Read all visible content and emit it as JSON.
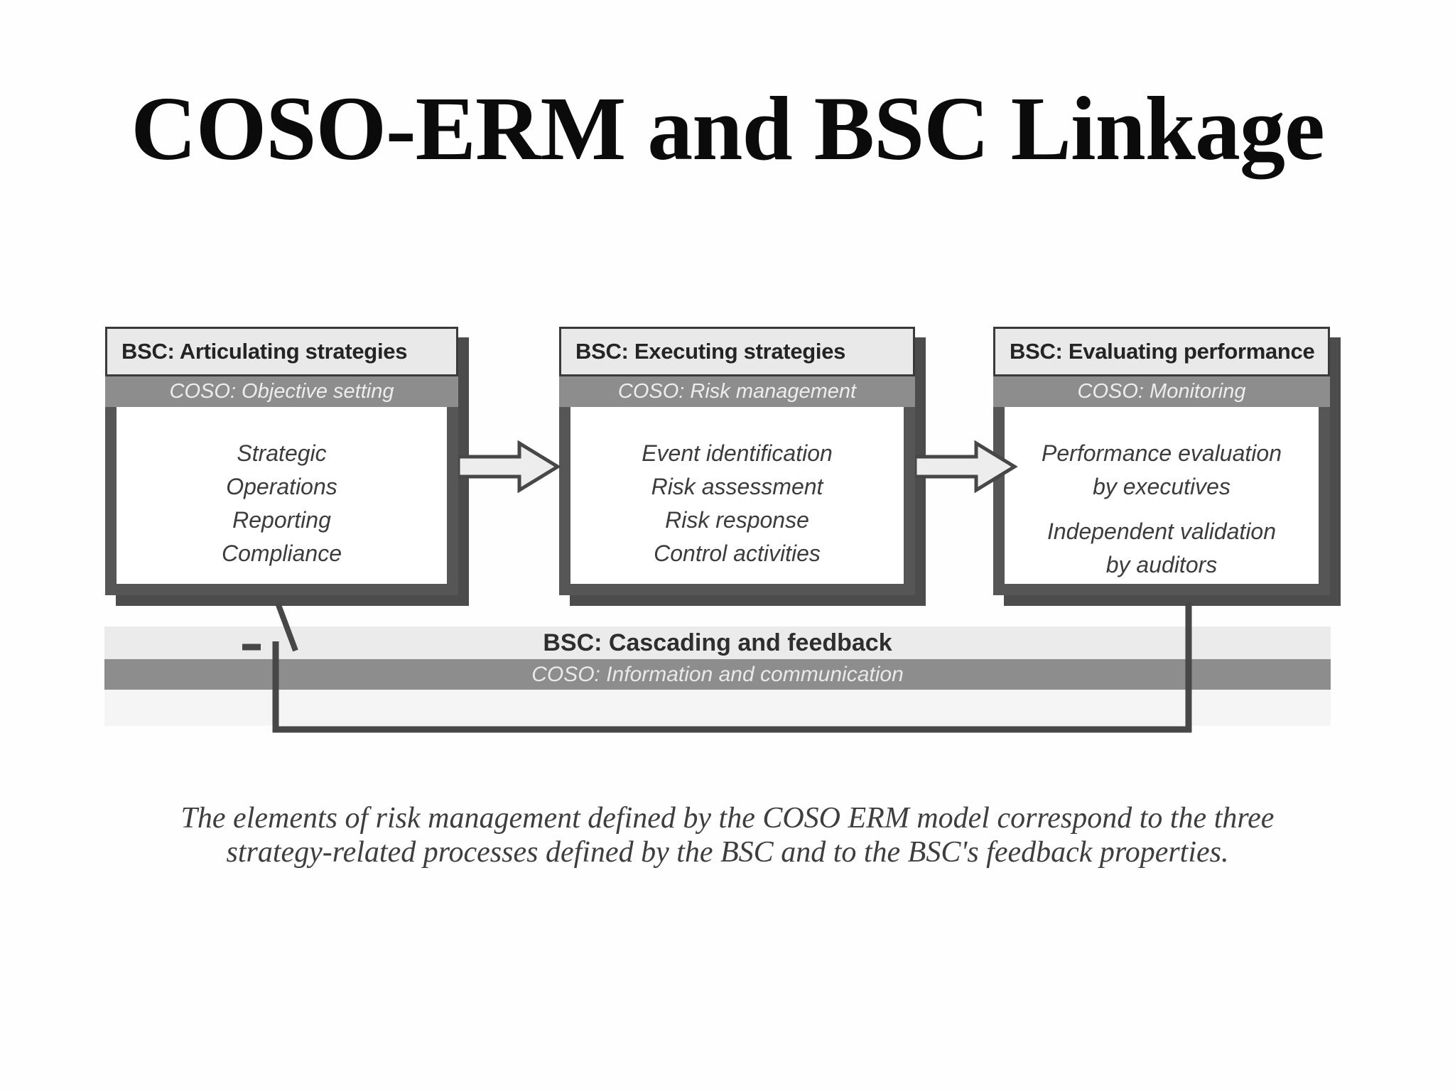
{
  "title": "COSO-ERM and BSC Linkage",
  "diagram": {
    "boxes": [
      {
        "bsc": "BSC: Articulating strategies",
        "coso": "COSO: Objective setting",
        "items": [
          "Strategic",
          "Operations",
          "Reporting",
          "Compliance"
        ]
      },
      {
        "bsc": "BSC: Executing strategies",
        "coso": "COSO: Risk management",
        "items": [
          "Event identification",
          "Risk assessment",
          "Risk response",
          "Control activities"
        ]
      },
      {
        "bsc": "BSC: Evaluating performance",
        "coso": "COSO: Monitoring",
        "items": [
          "Performance evaluation\nby executives",
          "Independent validation\nby auditors"
        ]
      }
    ],
    "feedback_band": {
      "bsc": "BSC: Cascading and feedback",
      "coso": "COSO: Information and communication"
    }
  },
  "caption": {
    "line1": "The elements of risk management defined by the COSO ERM model correspond to the three",
    "line2": "strategy-related processes defined by the BSC and to the BSC's feedback properties."
  },
  "colors": {
    "header_bg": "#e9e9e9",
    "coso_band_bg": "#8d8d8d",
    "frame_and_shadow": "#4c4c4c",
    "arrow_fill": "#ededed",
    "arrow_outline": "#474747",
    "text_dark": "#3c3c3c"
  }
}
